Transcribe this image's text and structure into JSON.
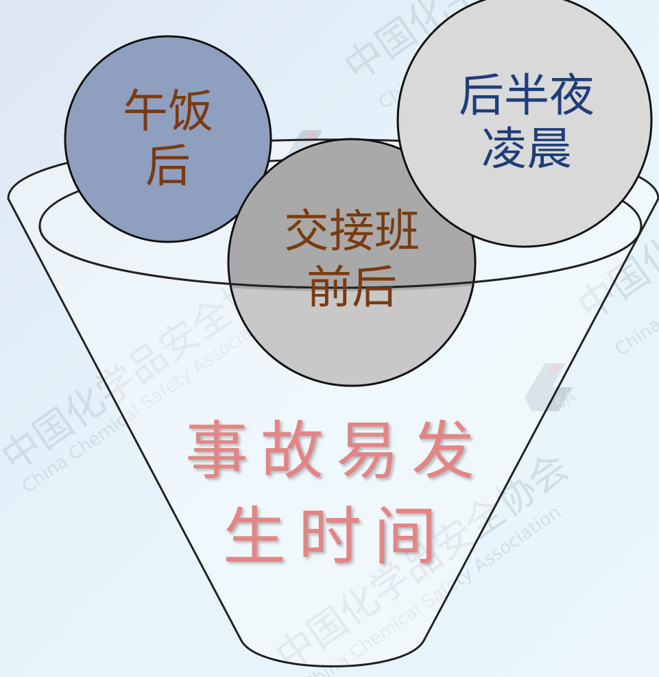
{
  "diagram": {
    "funnel_caption": {
      "line1": "事故易发",
      "line2": "生时间"
    },
    "circles": [
      {
        "id": "lunch",
        "line1": "午饭",
        "line2": "后",
        "fill": "#8f9fc0",
        "text_color": "#7a3b10"
      },
      {
        "id": "shift",
        "line1": "交接班",
        "line2": "前后",
        "fill": "#a9a9a9",
        "text_color": "#7a3b10"
      },
      {
        "id": "night",
        "line1": "后半夜",
        "line2": "凌晨",
        "fill": "#d9d9d9",
        "text_color": "#1f3d7a"
      }
    ],
    "caption_color": "#e48585"
  },
  "watermark": {
    "chinese_text": "中国化学品安全协会",
    "english_text": "China Chemical Safety Association",
    "logo_text": "SA"
  }
}
